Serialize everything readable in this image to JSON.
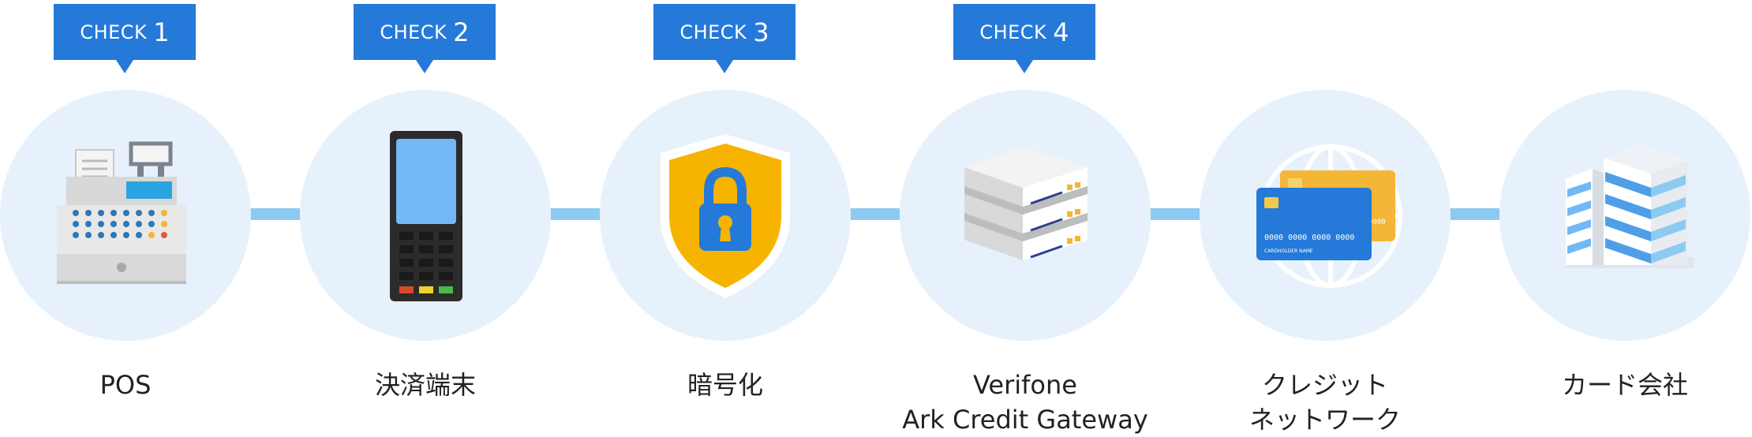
{
  "badges": [
    {
      "prefix": "CHECK",
      "number": "1"
    },
    {
      "prefix": "CHECK",
      "number": "2"
    },
    {
      "prefix": "CHECK",
      "number": "3"
    },
    {
      "prefix": "CHECK",
      "number": "4"
    }
  ],
  "steps": [
    {
      "line1": "POS",
      "line2": "",
      "icon": "cash-register-icon"
    },
    {
      "line1": "決済端末",
      "line2": "",
      "icon": "payment-terminal-icon"
    },
    {
      "line1": "暗号化",
      "line2": "",
      "icon": "lock-shield-icon"
    },
    {
      "line1": "Verifone",
      "line2": "Ark Credit Gateway",
      "icon": "server-icon"
    },
    {
      "line1": "クレジット",
      "line2": "ネットワーク",
      "icon": "credit-card-icon"
    },
    {
      "line1": "カード会社",
      "line2": "",
      "icon": "office-building-icon"
    }
  ],
  "cards": {
    "number": "0000 0000 0000 0000",
    "back_number": "0000",
    "holder": "CARDHOLDER NAME"
  },
  "colors": {
    "badge": "#2479d9",
    "connector": "#8ccaf2",
    "circle": "#e7f1fb",
    "shield": "#f6b400",
    "lock": "#2479d9"
  }
}
